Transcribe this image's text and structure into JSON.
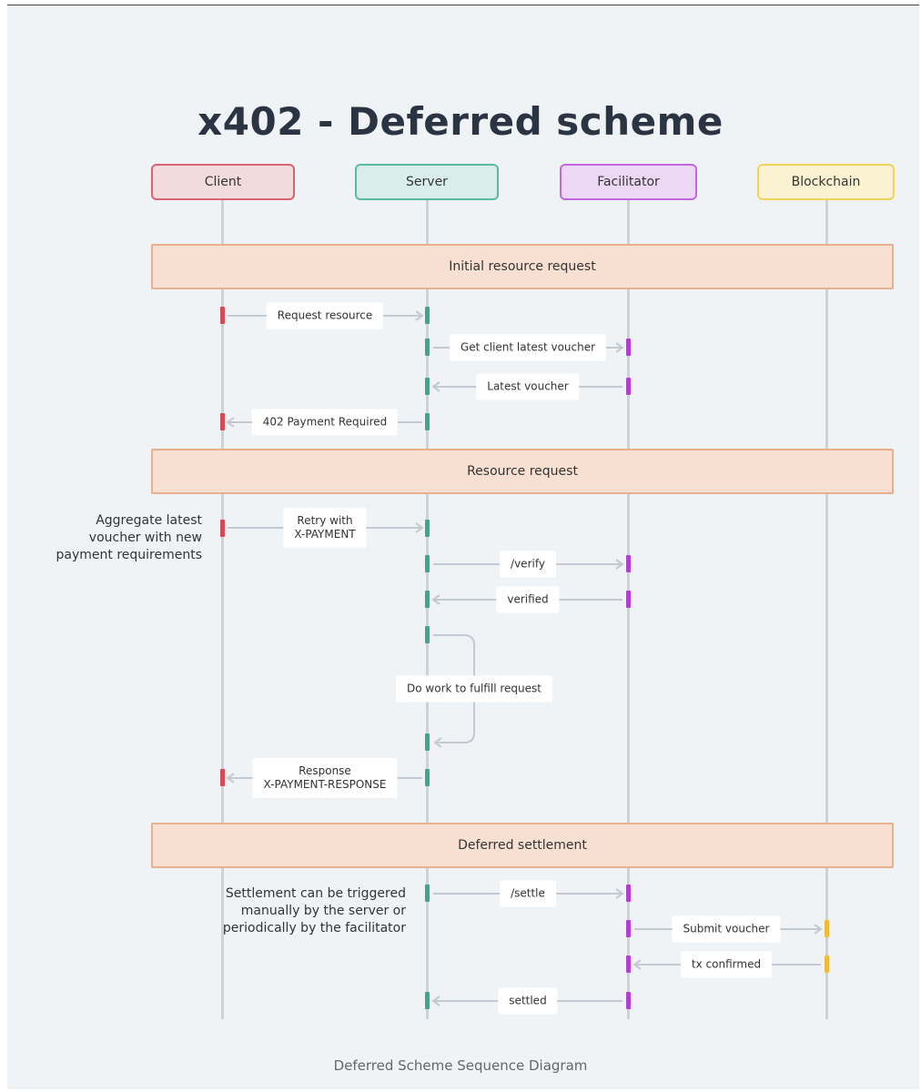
{
  "title": "x402 - Deferred scheme",
  "caption": "Deferred Scheme Sequence Diagram",
  "actors": [
    {
      "label": "Client",
      "fill": "#f2dadd",
      "border": "#d9636f"
    },
    {
      "label": "Server",
      "fill": "#d9eeea",
      "border": "#5ab9a4"
    },
    {
      "label": "Facilitator",
      "fill": "#ecd8f4",
      "border": "#c267e0"
    },
    {
      "label": "Blockchain",
      "fill": "#fbf2d2",
      "border": "#f3d35a"
    }
  ],
  "phases": [
    {
      "label": "Initial resource request"
    },
    {
      "label": "Resource request"
    },
    {
      "label": "Deferred settlement"
    }
  ],
  "messages": [
    {
      "label": "Request resource",
      "from": "Client",
      "to": "Server"
    },
    {
      "label": "Get client latest voucher",
      "from": "Server",
      "to": "Facilitator"
    },
    {
      "label": "Latest voucher",
      "from": "Facilitator",
      "to": "Server"
    },
    {
      "label": "402 Payment Required",
      "from": "Server",
      "to": "Client"
    },
    {
      "label": "Retry with\nX-PAYMENT",
      "from": "Client",
      "to": "Server"
    },
    {
      "label": "/verify",
      "from": "Server",
      "to": "Facilitator"
    },
    {
      "label": "verified",
      "from": "Facilitator",
      "to": "Server"
    },
    {
      "label": "Do work to fulfill request",
      "from": "Server",
      "to": "Server"
    },
    {
      "label": "Response\nX-PAYMENT-RESPONSE",
      "from": "Server",
      "to": "Client"
    },
    {
      "label": "/settle",
      "from": "Server",
      "to": "Facilitator"
    },
    {
      "label": "Submit voucher",
      "from": "Facilitator",
      "to": "Blockchain"
    },
    {
      "label": "tx confirmed",
      "from": "Blockchain",
      "to": "Facilitator"
    },
    {
      "label": "settled",
      "from": "Facilitator",
      "to": "Server"
    }
  ],
  "notes": {
    "aggregate": "Aggregate latest\nvoucher with new\npayment requirements",
    "settlement": "Settlement can be triggered\nmanually by the server or\nperiodically by the facilitator"
  }
}
